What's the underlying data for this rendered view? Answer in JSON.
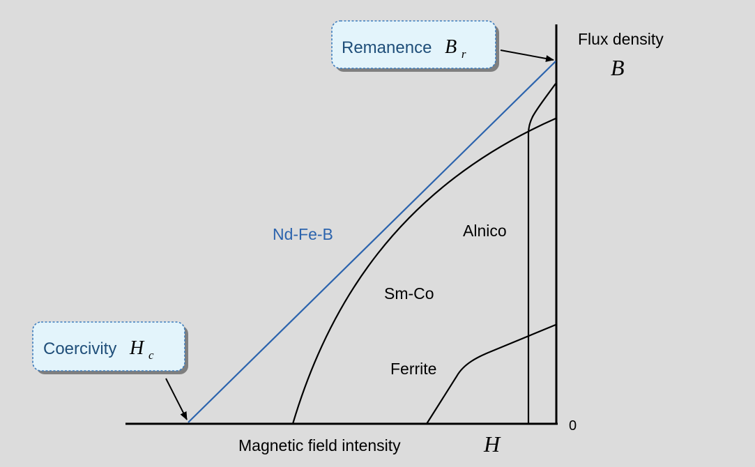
{
  "labels": {
    "y_axis": "Flux density",
    "y_symbol": "B",
    "x_axis": "Magnetic field intensity",
    "x_symbol": "H",
    "origin": "0"
  },
  "callouts": {
    "remanence": {
      "text": "Remanence",
      "symbol": "B",
      "subscript": "r"
    },
    "coercivity": {
      "text": "Coercivity",
      "symbol": "H",
      "subscript": "c"
    }
  },
  "curves": {
    "ndfeb": {
      "label": "Nd-Fe-B",
      "color": "#2b63ad"
    },
    "smco": {
      "label": "Sm-Co",
      "color": "#000000"
    },
    "alnico": {
      "label": "Alnico",
      "color": "#000000"
    },
    "ferrite": {
      "label": "Ferrite",
      "color": "#000000"
    }
  },
  "colors": {
    "background": "#dcdcdc",
    "callout_fill": "#e3f4fb",
    "callout_border": "#3d7cbd",
    "callout_text": "#1f4e79"
  }
}
